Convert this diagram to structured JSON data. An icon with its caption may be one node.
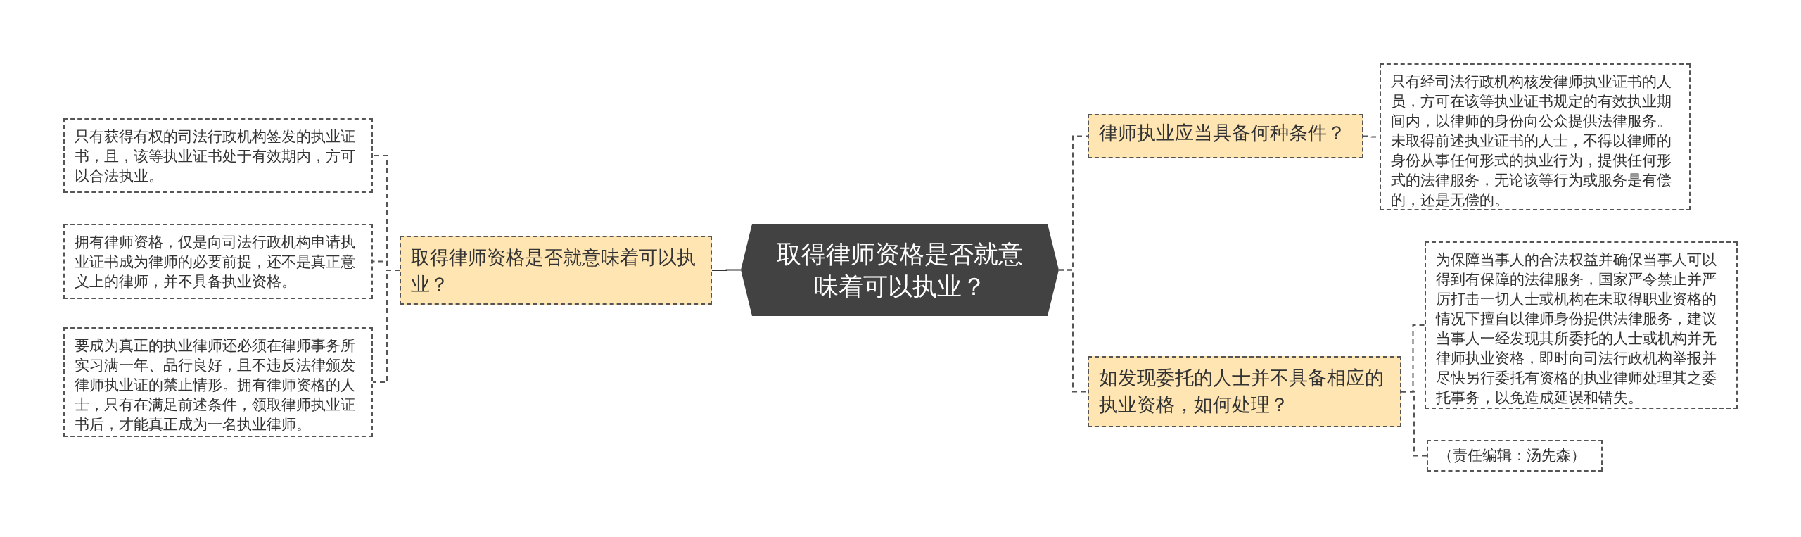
{
  "diagram": {
    "nodes": [
      {
        "text": [
          "取得律师资格是否就意味着可以执业？"
        ]
      },
      {
        "text": [
          "取得律师资格是否就意味着可以执业？"
        ]
      },
      {
        "text": [
          "只有获得有权的司法行政机构签发的执业证书，且，该等执业证书处于有效期内，方可以合法执业。"
        ]
      },
      {
        "text": [
          "拥有律师资格，仅是向司法行政机构申请执业证书成为律师的必要前提，还不是真正意义上的律师，并不具备执业资格。"
        ]
      },
      {
        "text": [
          "要成为真正的执业律师还必须在律师事务所实习满一年、品行良好，且不违反法律颁发律师执业证的禁止情形。拥有律师资格的人士，只有在满足前述条件，领取律师执业证书后，才能真正成为一名执业律师。"
        ]
      },
      {
        "text": [
          "律师执业应当具备何种条件？"
        ]
      },
      {
        "text": [
          "只有经司法行政机构核发律师执业证书的人员，方可在该等执业证书规定的有效执业期间内，以律师的身份向公众提供法律服务。未取得前述执业证书的人士，不得以律师的身份从事任何形式的执业行为，提供任何形式的法律服务，无论该等行为或服务是有偿的，还是无偿的。"
        ]
      },
      {
        "text": [
          "如发现委托的人士并不具备相应的执业资格，如何处理？"
        ]
      },
      {
        "text": [
          "为保障当事人的合法权益并确保当事人可以得到有保障的法律服务，国家严令禁止并严厉打击一切人士或机构在未取得职业资格的情况下擅自以律师身份提供法律服务，建议当事人一经发现其所委托的人士或机构并无律师执业资格，即时向司法行政机构举报并尽快另行委托有资格的执业律师处理其之委托事务，以免造成延误和错失。"
        ]
      },
      {
        "text": [
          "（责任编辑：汤先森）"
        ]
      }
    ],
    "edges": [
      {
        "from": 0,
        "to": 1,
        "arrow": "none"
      },
      {
        "from": 1,
        "to": 2,
        "arrow": "none",
        "style": "dashed"
      },
      {
        "from": 1,
        "to": 3,
        "arrow": "none",
        "style": "dashed"
      },
      {
        "from": 1,
        "to": 4,
        "arrow": "none",
        "style": "dashed"
      },
      {
        "from": 0,
        "to": 5,
        "arrow": "none",
        "style": "dashed"
      },
      {
        "from": 5,
        "to": 6,
        "arrow": "none",
        "style": "dashed"
      },
      {
        "from": 0,
        "to": 7,
        "arrow": "none",
        "style": "dashed"
      },
      {
        "from": 7,
        "to": 8,
        "arrow": "none",
        "style": "dashed"
      },
      {
        "from": 7,
        "to": 9,
        "arrow": "none",
        "style": "dashed"
      }
    ]
  }
}
